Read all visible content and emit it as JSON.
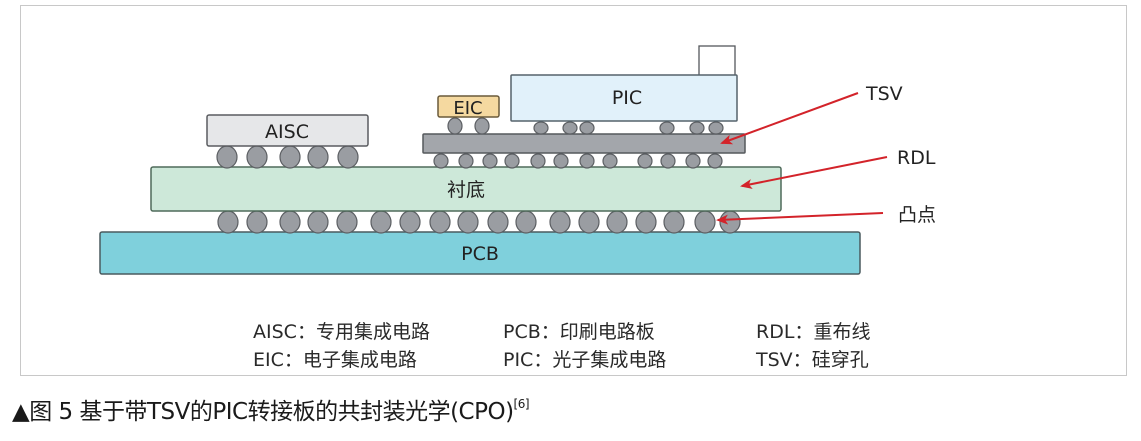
{
  "diagram": {
    "components": {
      "aisc": {
        "label": "AISC",
        "fill": "#e6e7e9"
      },
      "eic": {
        "label": "EIC",
        "fill": "#f5d9a0"
      },
      "pic": {
        "label": "PIC",
        "fill": "#e1f1fa"
      },
      "interposer": {
        "fill": "#a3a6ab"
      },
      "substrate": {
        "label": "衬底",
        "fill": "#cde8d9"
      },
      "pcb": {
        "label": "PCB",
        "fill": "#7fd0dc"
      },
      "fiber_block": {
        "fill": "#ffffff"
      }
    },
    "bump_color": "#9a9da2",
    "bump_groups": {
      "aisc_to_substrate": 5,
      "eic_to_interposer": 2,
      "pic_to_interposer": 6,
      "interposer_to_substrate": 12,
      "substrate_to_pcb": 18
    },
    "callouts": [
      {
        "label": "TSV",
        "target": "interposer"
      },
      {
        "label": "RDL",
        "target": "substrate"
      },
      {
        "label": "凸点",
        "target": "bump"
      }
    ],
    "arrow_color": "#d3232a"
  },
  "legend": [
    [
      {
        "abbr": "AISC",
        "sep": "：",
        "desc": "专用集成电路"
      },
      {
        "abbr": "PCB",
        "sep": "：",
        "desc": "印刷电路板"
      },
      {
        "abbr": "RDL",
        "sep": "：",
        "desc": "重布线"
      }
    ],
    [
      {
        "abbr": "EIC",
        "sep": "：",
        "desc": "电子集成电路"
      },
      {
        "abbr": "PIC",
        "sep": "：",
        "desc": "光子集成电路"
      },
      {
        "abbr": "TSV",
        "sep": "：",
        "desc": "硅穿孔"
      }
    ]
  ],
  "caption": {
    "marker": "▲",
    "figure": "图 5",
    "text": "基于带TSV的PIC转接板的共封装光学(CPO)",
    "ref": "[6]"
  }
}
